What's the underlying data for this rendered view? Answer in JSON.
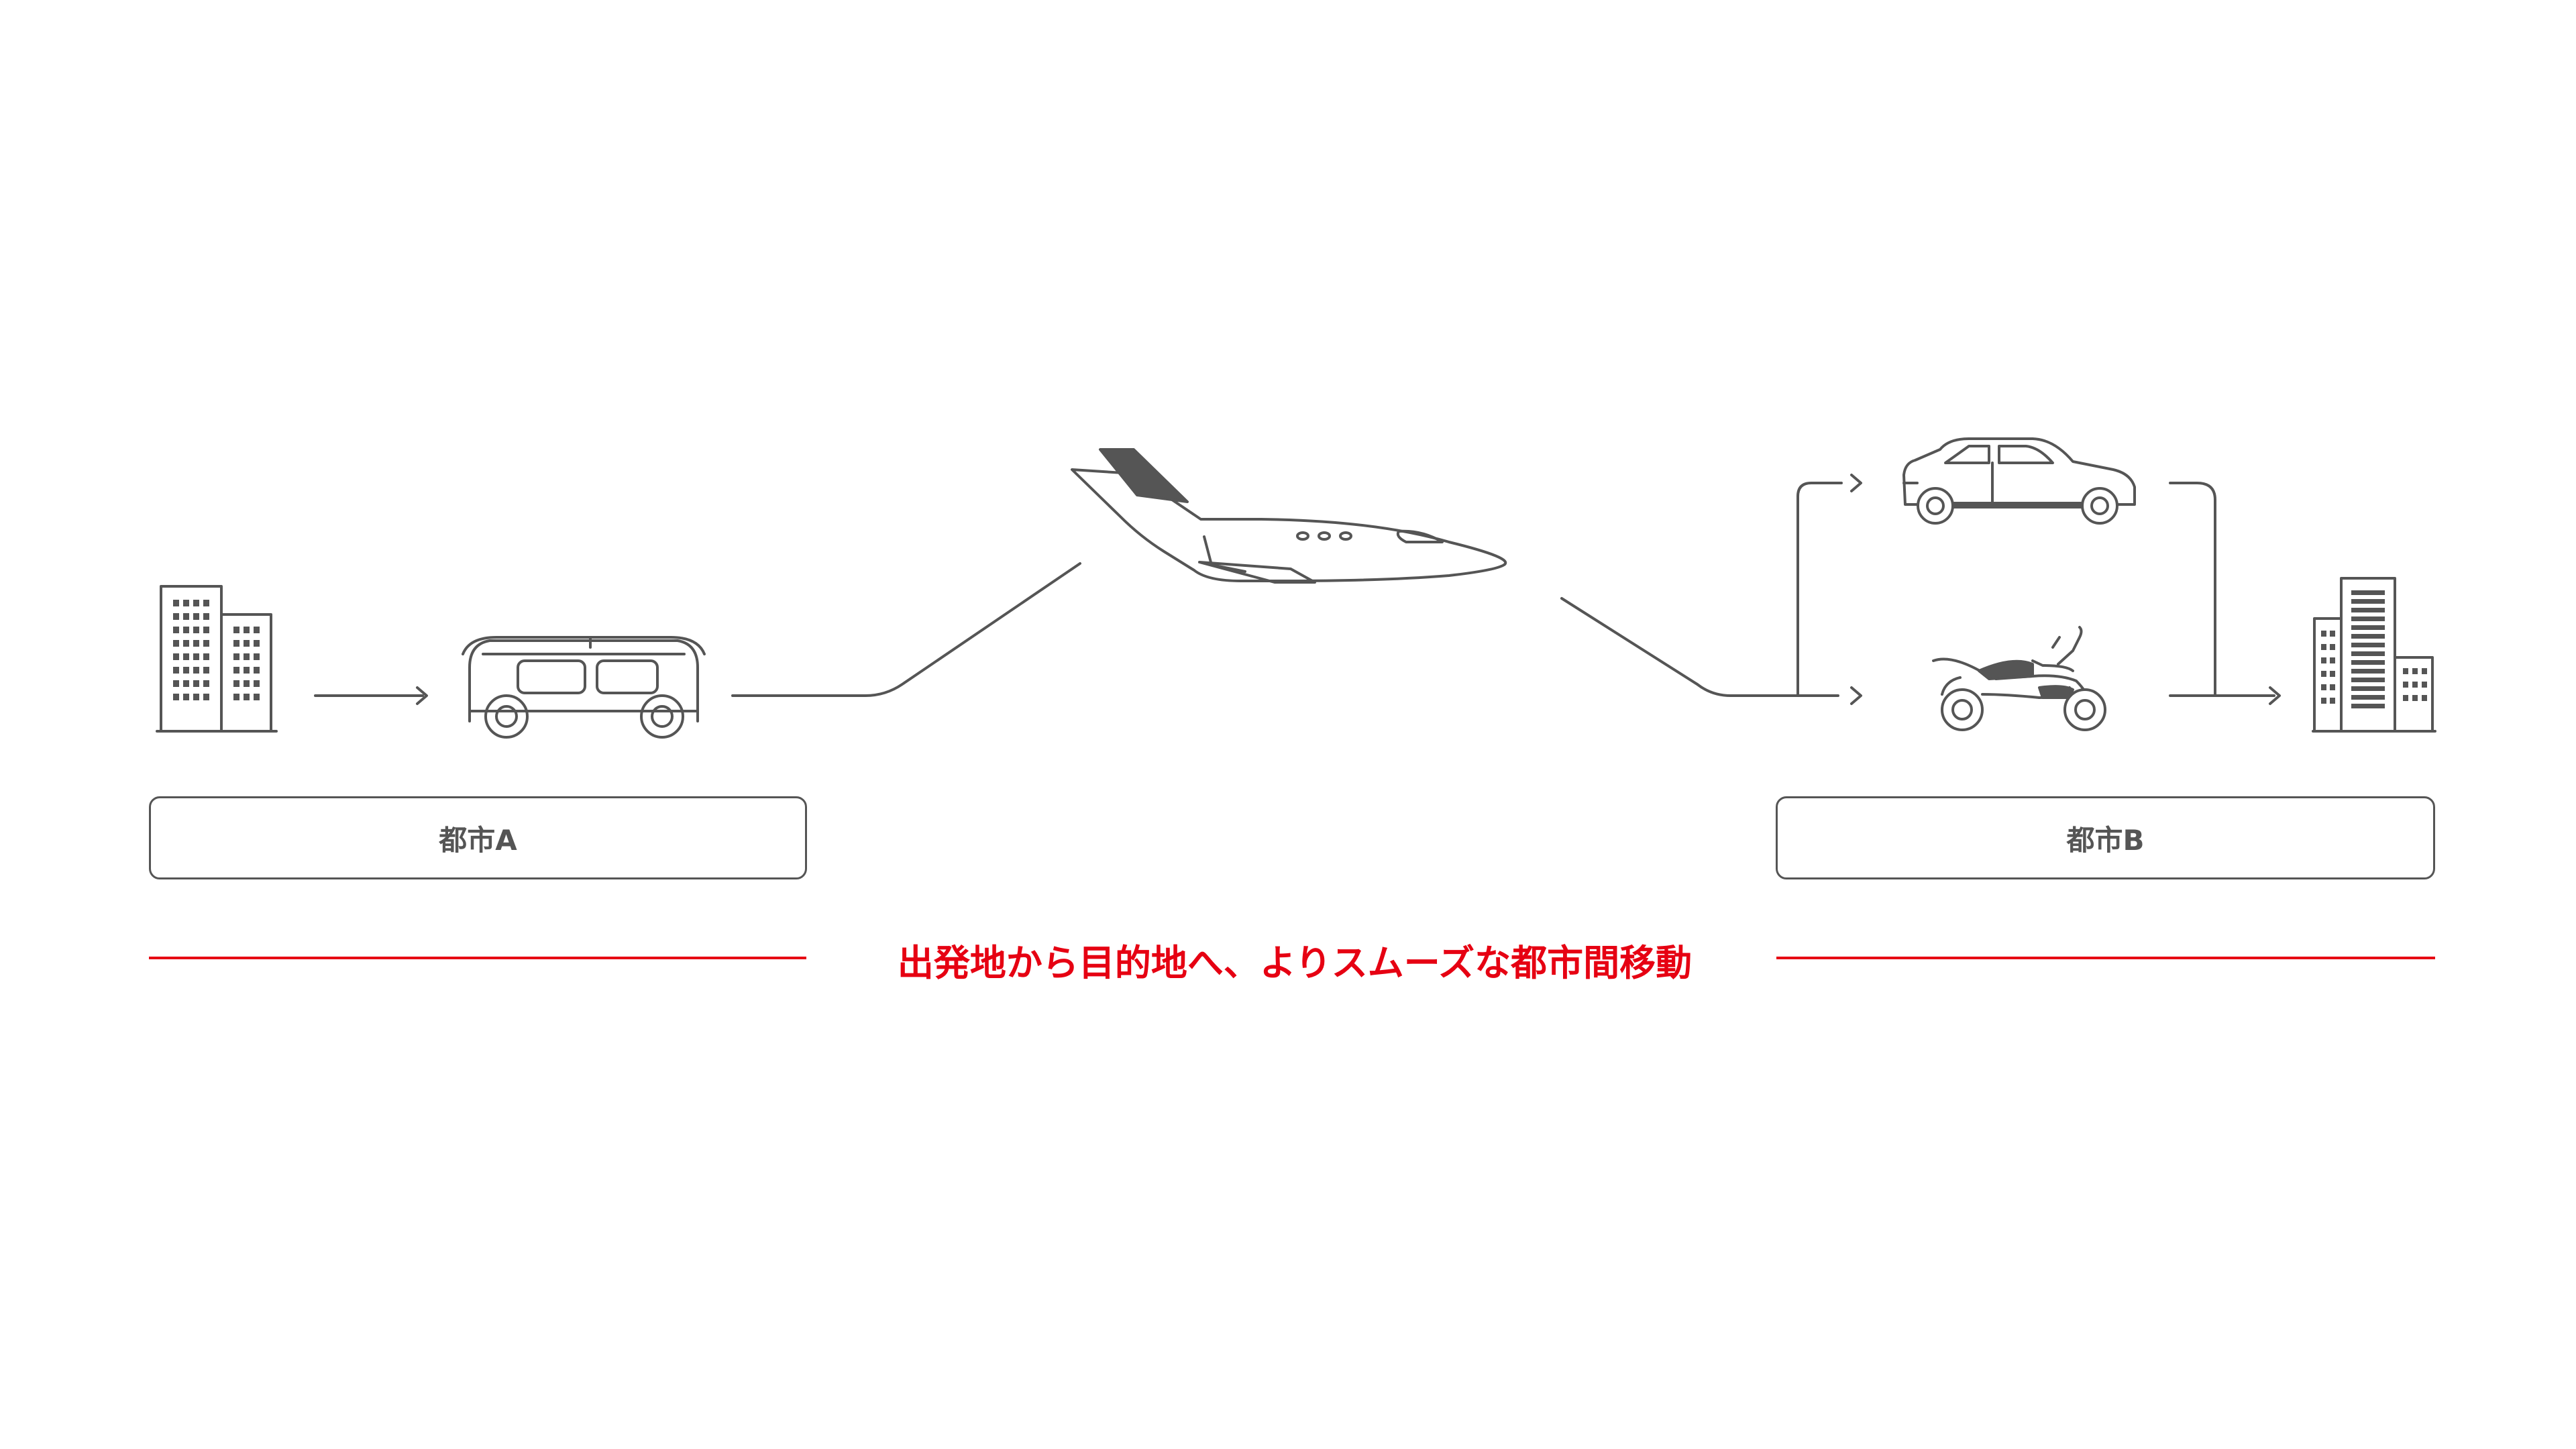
{
  "city_a": {
    "label": "都市A"
  },
  "city_b": {
    "label": "都市B"
  },
  "tagline": "出発地から目的地へ、よりスムーズな都市間移動",
  "colors": {
    "line": "#555555",
    "accent": "#e60012",
    "background": "#ffffff"
  },
  "icons": [
    "buildings-icon",
    "autonomous-shuttle-icon",
    "business-jet-icon",
    "car-icon",
    "scooter-icon",
    "buildings-icon"
  ]
}
